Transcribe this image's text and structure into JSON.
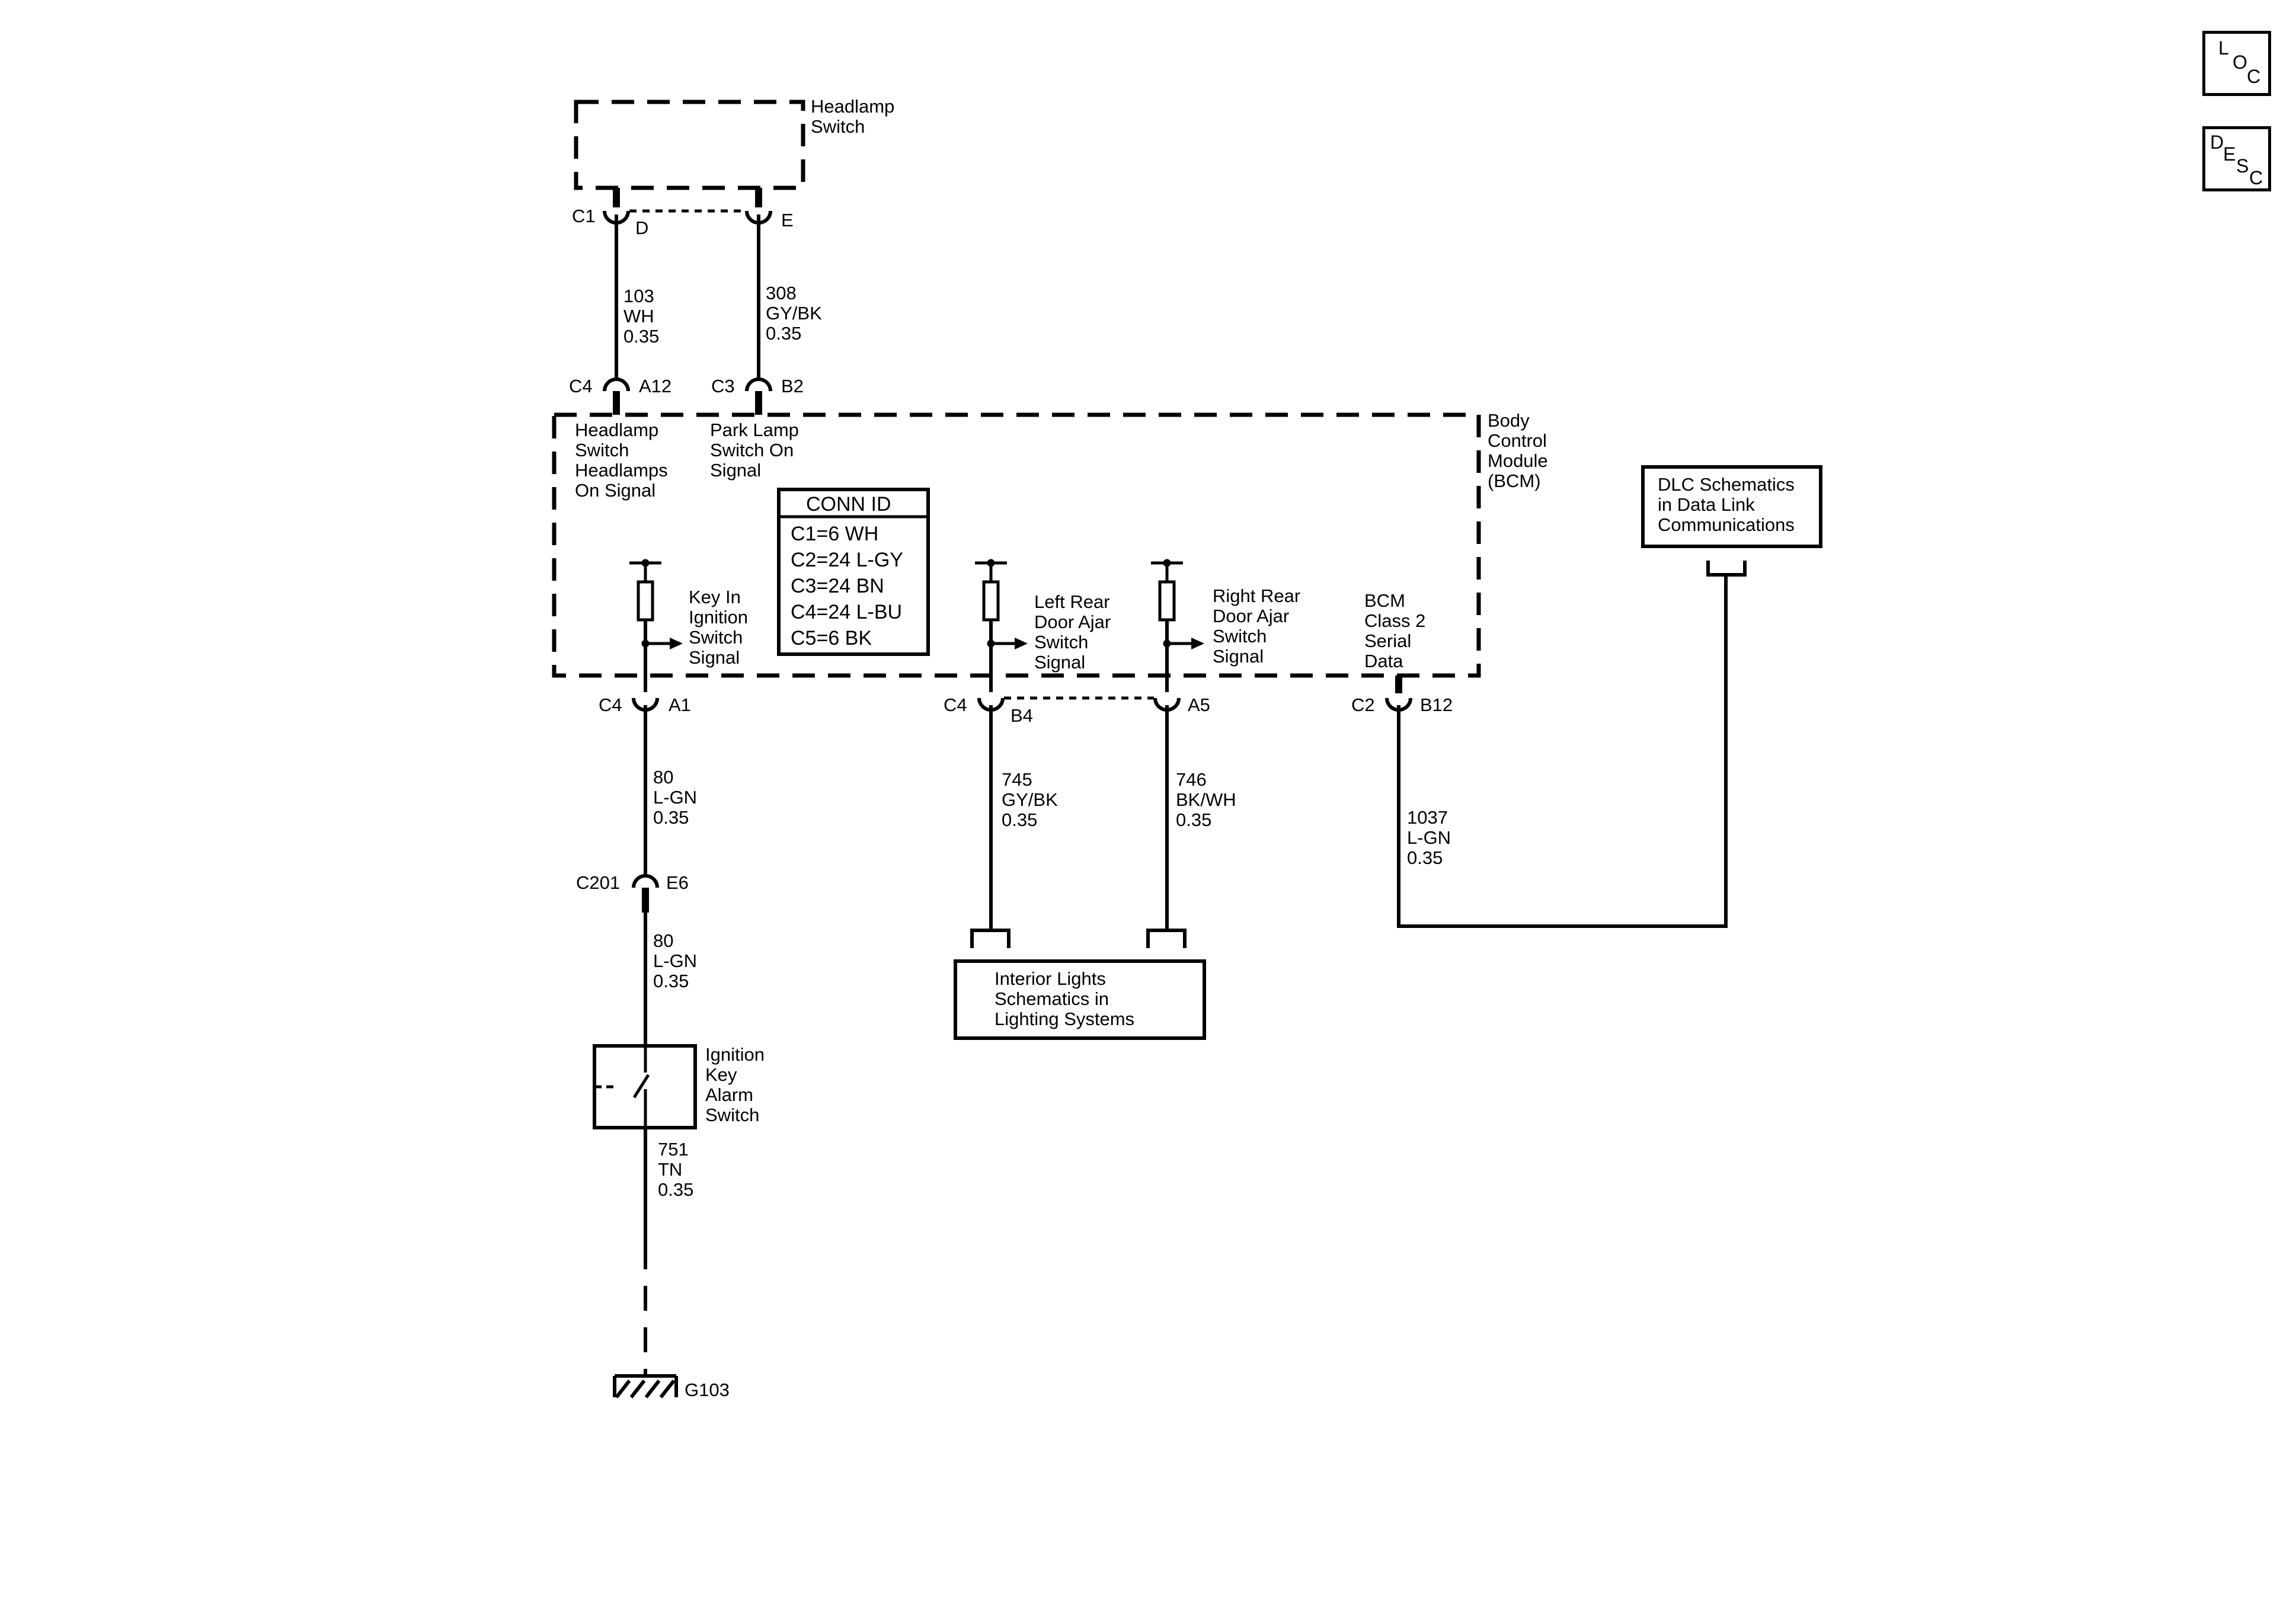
{
  "headlamp_switch": {
    "label_l1": "Headlamp",
    "label_l2": "Switch"
  },
  "connectors": {
    "c1": "C1",
    "d": "D",
    "e": "E",
    "c4_top": "C4",
    "a12": "A12",
    "c3": "C3",
    "b2": "B2",
    "c4_a1": "C4",
    "a1": "A1",
    "c4_b4": "C4",
    "b4": "B4",
    "a5": "A5",
    "c2": "C2",
    "b12": "B12",
    "c201": "C201",
    "e6": "E6"
  },
  "wires": {
    "w103": {
      "circuit": "103",
      "color": "WH",
      "gauge": "0.35"
    },
    "w308": {
      "circuit": "308",
      "color": "GY/BK",
      "gauge": "0.35"
    },
    "w80a": {
      "circuit": "80",
      "color": "L-GN",
      "gauge": "0.35"
    },
    "w80b": {
      "circuit": "80",
      "color": "L-GN",
      "gauge": "0.35"
    },
    "w751": {
      "circuit": "751",
      "color": "TN",
      "gauge": "0.35"
    },
    "w745": {
      "circuit": "745",
      "color": "GY/BK",
      "gauge": "0.35"
    },
    "w746": {
      "circuit": "746",
      "color": "BK/WH",
      "gauge": "0.35"
    },
    "w1037": {
      "circuit": "1037",
      "color": "L-GN",
      "gauge": "0.35"
    }
  },
  "bcm": {
    "label_l1": "Body",
    "label_l2": "Control",
    "label_l3": "Module",
    "label_l4": "(BCM)",
    "headlamp_signal": [
      "Headlamp",
      "Switch",
      "Headlamps",
      "On Signal"
    ],
    "park_signal": [
      "Park Lamp",
      "Switch On",
      "Signal"
    ],
    "key_in_signal": [
      "Key In",
      "Ignition",
      "Switch",
      "Signal"
    ],
    "left_rear_signal": [
      "Left Rear",
      "Door Ajar",
      "Switch",
      "Signal"
    ],
    "right_rear_signal": [
      "Right Rear",
      "Door Ajar",
      "Switch",
      "Signal"
    ],
    "class2_signal": [
      "BCM",
      "Class 2",
      "Serial",
      "Data"
    ]
  },
  "conn_id": {
    "title": "CONN ID",
    "rows": [
      "C1=6 WH",
      "C2=24 L-GY",
      "C3=24 BN",
      "C4=24 L-BU",
      "C5=6 BK"
    ]
  },
  "dlc_box": {
    "l1": "DLC Schematics",
    "l2": "in Data Link",
    "l3": "Communications"
  },
  "interior_box": {
    "l1": "Interior Lights",
    "l2": "Schematics in",
    "l3": "Lighting Systems"
  },
  "ignition_switch": {
    "l1": "Ignition",
    "l2": "Key",
    "l3": "Alarm",
    "l4": "Switch"
  },
  "ground": {
    "label": "G103"
  },
  "nav": {
    "loc": {
      "l": "L",
      "o": "O",
      "c": "C"
    },
    "desc": {
      "d": "D",
      "e": "E",
      "s": "S",
      "c": "C"
    }
  }
}
